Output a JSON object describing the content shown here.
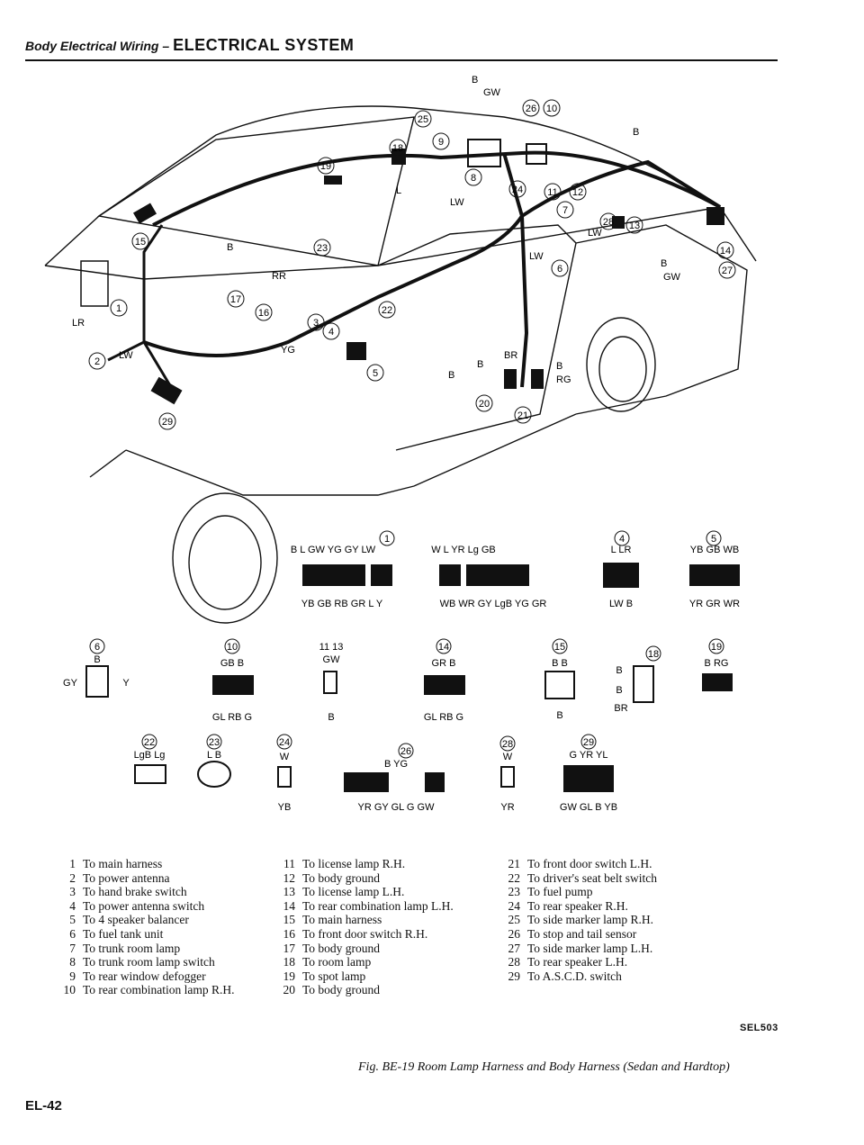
{
  "header": {
    "section": "Body Electrical Wiring –",
    "title": "ELECTRICAL SYSTEM"
  },
  "labels": {
    "wires_top": [
      "B",
      "GW",
      "B",
      "L",
      "LW",
      "LW",
      "LW",
      "B",
      "GW",
      "B",
      "RR",
      "YG",
      "LR",
      "LW",
      "B",
      "BR",
      "B",
      "RG",
      "B"
    ],
    "callouts": [
      "1",
      "2",
      "3",
      "4",
      "5",
      "6",
      "7",
      "8",
      "9",
      "10",
      "11",
      "12",
      "13",
      "14",
      "15",
      "16",
      "17",
      "18",
      "19",
      "20",
      "21",
      "22",
      "23",
      "24",
      "25",
      "26",
      "27",
      "28",
      "29"
    ]
  },
  "connectors": {
    "c1": {
      "num": "1",
      "top": "B  L  GW YG  GY LW",
      "bottom": "YB GB RB GR  L  Y"
    },
    "c1b": {
      "top": "W  L      YR  Lg GB",
      "bottom": "WB WR GY LgB YG GR"
    },
    "c4": {
      "num": "4",
      "top": "L    LR",
      "bottom": "LW    B"
    },
    "c5": {
      "num": "5",
      "top": "YB GB WB",
      "bottom": "YR GR WR"
    },
    "c6": {
      "num": "6",
      "top": "B",
      "left": "GY",
      "right": "Y"
    },
    "c10": {
      "num": "10",
      "top": "GB  B",
      "bottom": "GL RB  G"
    },
    "c11": {
      "num": "11 13",
      "top": "GW",
      "bottom": "B"
    },
    "c14": {
      "num": "14",
      "top": "GR  B",
      "bottom": "GL RB  G"
    },
    "c15": {
      "num": "15",
      "top": "B    B",
      "bottom": "B"
    },
    "c18": {
      "num": "18",
      "l1": "B",
      "l2": "B",
      "l3": "BR"
    },
    "c19": {
      "num": "19",
      "top": "B  RG"
    },
    "c22": {
      "num": "22",
      "top": "LgB  Lg"
    },
    "c23": {
      "num": "23",
      "top": "L    B"
    },
    "c24": {
      "num": "24",
      "top": "W",
      "bottom": "YB"
    },
    "c26": {
      "num": "26",
      "top": "B                    YG",
      "bottom": "YR  GY  GL     G   GW"
    },
    "c28": {
      "num": "28",
      "top": "W",
      "bottom": "YR"
    },
    "c29": {
      "num": "29",
      "top": "G   YR  YL",
      "bottom": "GW  GL  B  YB"
    }
  },
  "legend": [
    [
      "1",
      "To main harness"
    ],
    [
      "2",
      "To power antenna"
    ],
    [
      "3",
      "To hand brake switch"
    ],
    [
      "4",
      "To power antenna switch"
    ],
    [
      "5",
      "To 4 speaker balancer"
    ],
    [
      "6",
      "To fuel tank unit"
    ],
    [
      "7",
      "To trunk room lamp"
    ],
    [
      "8",
      "To trunk room lamp switch"
    ],
    [
      "9",
      "To rear window defogger"
    ],
    [
      "10",
      "To rear combination lamp R.H."
    ],
    [
      "11",
      "To license lamp R.H."
    ],
    [
      "12",
      "To body ground"
    ],
    [
      "13",
      "To license lamp L.H."
    ],
    [
      "14",
      "To rear combination lamp L.H."
    ],
    [
      "15",
      "To main harness"
    ],
    [
      "16",
      "To front door switch R.H."
    ],
    [
      "17",
      "To body ground"
    ],
    [
      "18",
      "To room lamp"
    ],
    [
      "19",
      "To spot lamp"
    ],
    [
      "20",
      "To body ground"
    ],
    [
      "21",
      "To front door switch L.H."
    ],
    [
      "22",
      "To driver's seat belt switch"
    ],
    [
      "23",
      "To fuel pump"
    ],
    [
      "24",
      "To rear speaker R.H."
    ],
    [
      "25",
      "To side marker lamp R.H."
    ],
    [
      "26",
      "To stop and tail sensor"
    ],
    [
      "27",
      "To side marker lamp L.H."
    ],
    [
      "28",
      "To rear speaker L.H."
    ],
    [
      "29",
      "To A.S.C.D. switch"
    ]
  ],
  "code": "SEL503",
  "caption": "Fig. BE-19 Room Lamp Harness and Body Harness (Sedan and Hardtop)",
  "page_number": "EL-42"
}
